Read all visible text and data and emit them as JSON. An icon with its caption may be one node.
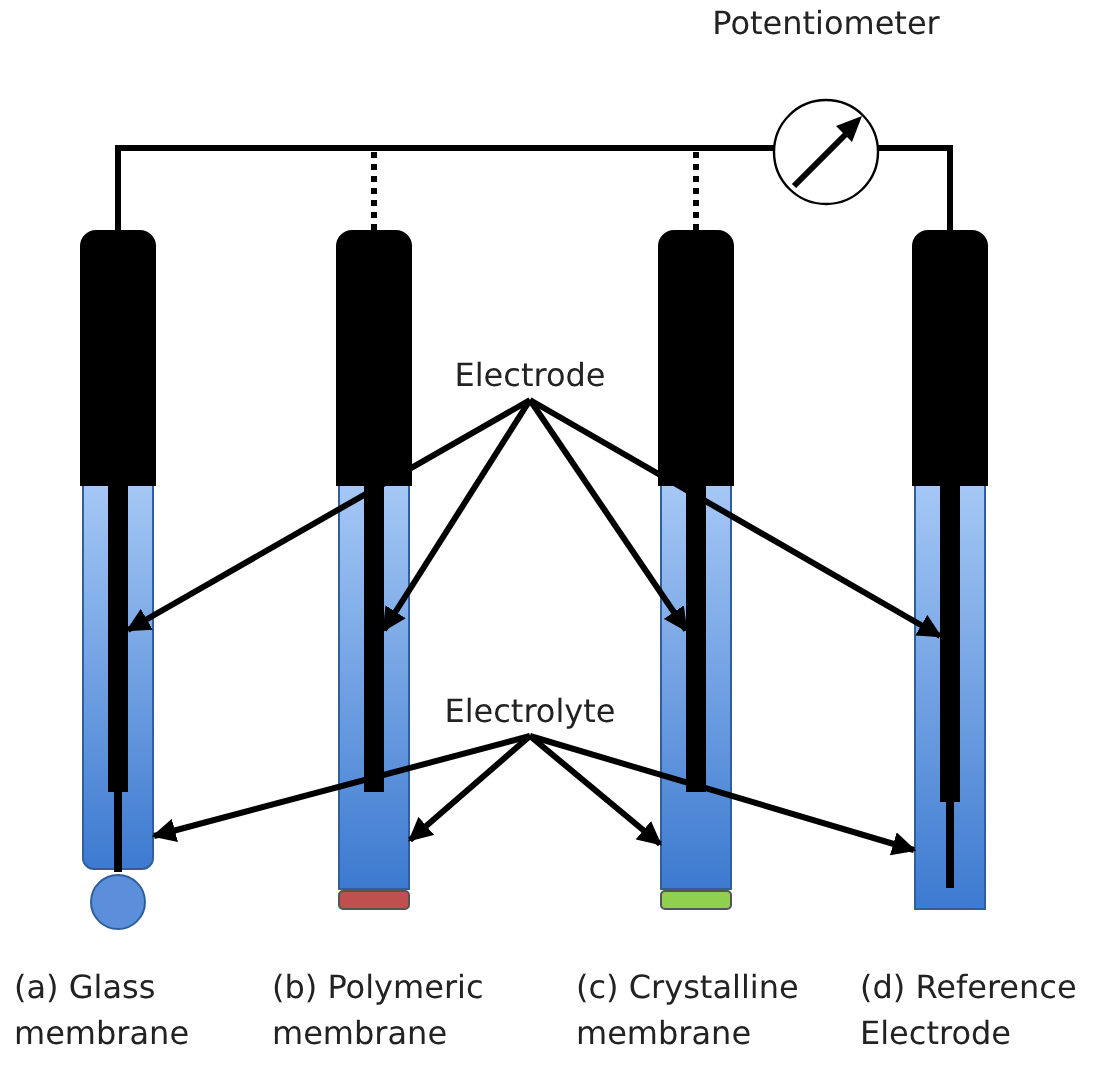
{
  "diagram": {
    "nodes": [
      {
        "text": [
          "Potentiometer"
        ]
      },
      {
        "text": [
          "Electrode"
        ]
      },
      {
        "text": [
          "Electrolyte"
        ]
      },
      {
        "text": [],
        "shape": "box"
      },
      {
        "text": [],
        "shape": "box"
      },
      {
        "text": [],
        "shape": "box"
      },
      {
        "text": [],
        "shape": "box"
      },
      {
        "text": [],
        "shape": "box"
      },
      {
        "text": [],
        "shape": "box"
      },
      {
        "text": [],
        "shape": "box"
      },
      {
        "text": [],
        "shape": "box"
      },
      {
        "text": [],
        "shape": "bar",
        "in": 7
      },
      {
        "text": [],
        "shape": "bar",
        "in": 8
      },
      {
        "text": [],
        "shape": "bar",
        "in": 9
      },
      {
        "text": [],
        "shape": "bar",
        "in": 10
      },
      {
        "text": [],
        "shape": "circle"
      },
      {
        "text": [],
        "shape": "bar"
      },
      {
        "text": [],
        "shape": "bar"
      }
    ],
    "edges": [
      {
        "from": 3,
        "to": 0,
        "arrow": "none"
      },
      {
        "from": 4,
        "to": 0,
        "arrow": "none",
        "style": "dashed"
      },
      {
        "from": 5,
        "to": 0,
        "arrow": "none",
        "style": "dashed"
      },
      {
        "from": 0,
        "to": 6,
        "arrow": "none"
      },
      {
        "from": 1,
        "to": 11,
        "arrow": "to"
      },
      {
        "from": 1,
        "to": 12,
        "arrow": "to"
      },
      {
        "from": 1,
        "to": 13,
        "arrow": "to"
      },
      {
        "from": 1,
        "to": 14,
        "arrow": "to"
      },
      {
        "from": 2,
        "to": 7,
        "arrow": "to"
      },
      {
        "from": 2,
        "to": 8,
        "arrow": "to"
      },
      {
        "from": 2,
        "to": 9,
        "arrow": "to"
      },
      {
        "from": 2,
        "to": 10,
        "arrow": "to"
      }
    ],
    "labels": [
      "(a) Glass membrane",
      "(b) Polymeric membrane",
      "(c) Crystalline membrane",
      "(d) Reference Electrode"
    ]
  }
}
